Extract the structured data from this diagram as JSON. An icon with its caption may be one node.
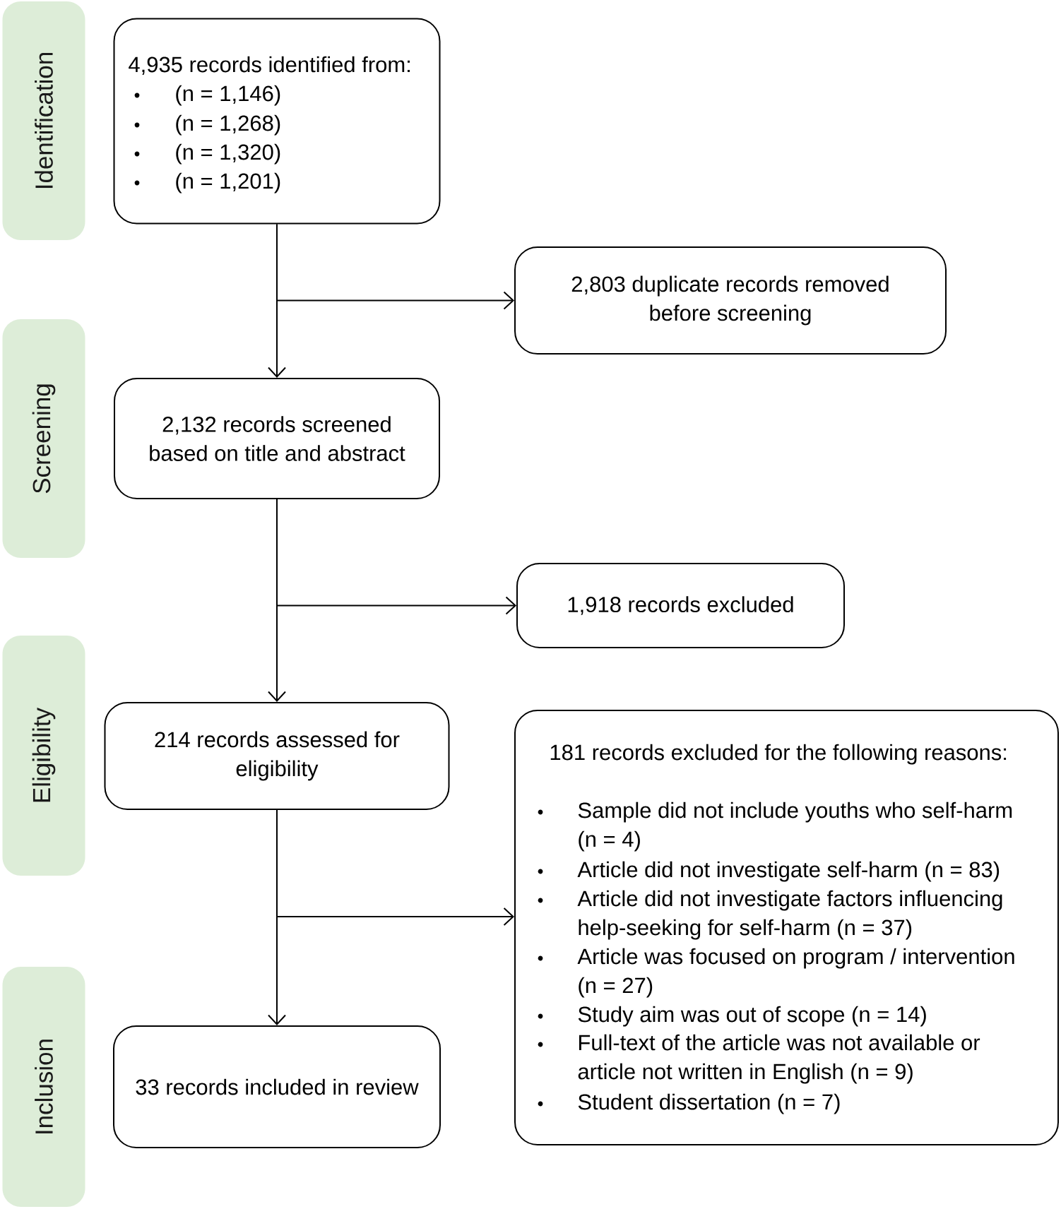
{
  "diagram": {
    "nodes": [
      {
        "text": [
          "Identification"
        ]
      },
      {
        "text": [
          "4,935 records identified from:",
          "(n = 1,146)",
          "(n = 1,268)",
          "(n = 1,320)",
          "(n = 1,201)"
        ]
      },
      {
        "text": [
          "2,803 duplicate records removed before screening"
        ]
      },
      {
        "text": [
          "Screening"
        ]
      },
      {
        "text": [
          "2,132 records screened based on title and abstract"
        ]
      },
      {
        "text": [
          "1,918 records excluded"
        ]
      },
      {
        "text": [
          "Eligibility"
        ]
      },
      {
        "text": [
          "214 records assessed for eligibility"
        ]
      },
      {
        "text": [
          "181 records excluded for the following reasons:",
          "Sample did not include youths who self-harm (n = 4)",
          "Article did not investigate self-harm (n = 83)",
          "Article did not investigate factors influencing help-seeking for self-harm (n = 37)",
          "Article was focused on program / intervention (n = 27)",
          "Study aim was out of scope (n = 14)",
          "Full-text of the article was not available or article not written in English (n = 9)",
          "Student dissertation (n = 7)"
        ]
      },
      {
        "text": [
          "Inclusion"
        ]
      },
      {
        "text": [
          "33 records included in review"
        ]
      }
    ],
    "edges": [
      {
        "from": 1,
        "to": 2,
        "arrow": "to"
      },
      {
        "from": 1,
        "to": 4,
        "arrow": "to"
      },
      {
        "from": 4,
        "to": 5,
        "arrow": "to"
      },
      {
        "from": 4,
        "to": 7,
        "arrow": "to"
      },
      {
        "from": 7,
        "to": 8,
        "arrow": "to"
      },
      {
        "from": 7,
        "to": 10,
        "arrow": "to"
      }
    ]
  }
}
